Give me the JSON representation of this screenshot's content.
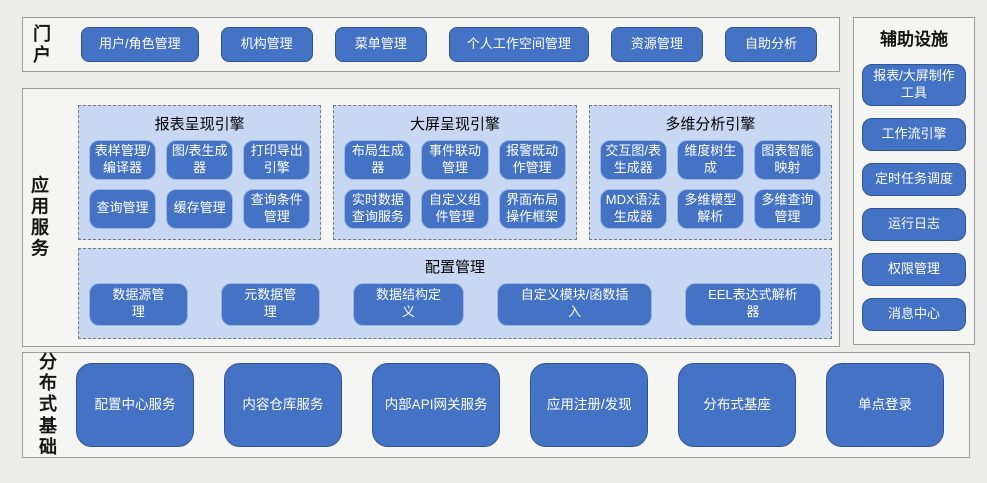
{
  "palette": {
    "page_bg": "#ededeb",
    "panel_bg": "#f5f5f3",
    "panel_border": "#9c9c9c",
    "button_fill": "#4472c4",
    "button_border_dark": "#2f5597",
    "button_border_light": "#9db7e6",
    "group_fill": "#c9d8f2",
    "group_border": "#7a7a7a",
    "button_text": "#ffffff"
  },
  "portal": {
    "label": "门户",
    "buttons": [
      "用户/角色管理",
      "机构管理",
      "菜单管理",
      "个人工作空间管理",
      "资源管理",
      "自助分析"
    ]
  },
  "app_services": {
    "label": "应用服务",
    "engines": [
      {
        "title": "报表呈现引擎",
        "buttons": [
          "表样管理/编译器",
          "图/表生成器",
          "打印导出引擎",
          "查询管理",
          "缓存管理",
          "查询条件管理"
        ]
      },
      {
        "title": "大屏呈现引擎",
        "buttons": [
          "布局生成器",
          "事件联动管理",
          "报警既动作管理",
          "实时数据查询服务",
          "自定义组件管理",
          "界面布局操作框架"
        ]
      },
      {
        "title": "多维分析引擎",
        "buttons": [
          "交互图/表生成器",
          "维度树生成",
          "图表智能映射",
          "MDX语法生成器",
          "多维模型解析",
          "多维查询管理"
        ]
      }
    ],
    "config": {
      "title": "配置管理",
      "buttons": [
        "数据源管理",
        "元数据管理",
        "数据结构定义",
        "自定义模块/函数插入",
        "EEL表达式解析器"
      ]
    }
  },
  "foundation": {
    "label": "分布式基础",
    "buttons": [
      "配置中心服务",
      "内容仓库服务",
      "内部API网关服务",
      "应用注册/发现",
      "分布式基座",
      "单点登录"
    ]
  },
  "auxiliary": {
    "title": "辅助设施",
    "buttons": [
      "报表/大屏制作工具",
      "工作流引擎",
      "定时任务调度",
      "运行日志",
      "权限管理",
      "消息中心"
    ]
  }
}
